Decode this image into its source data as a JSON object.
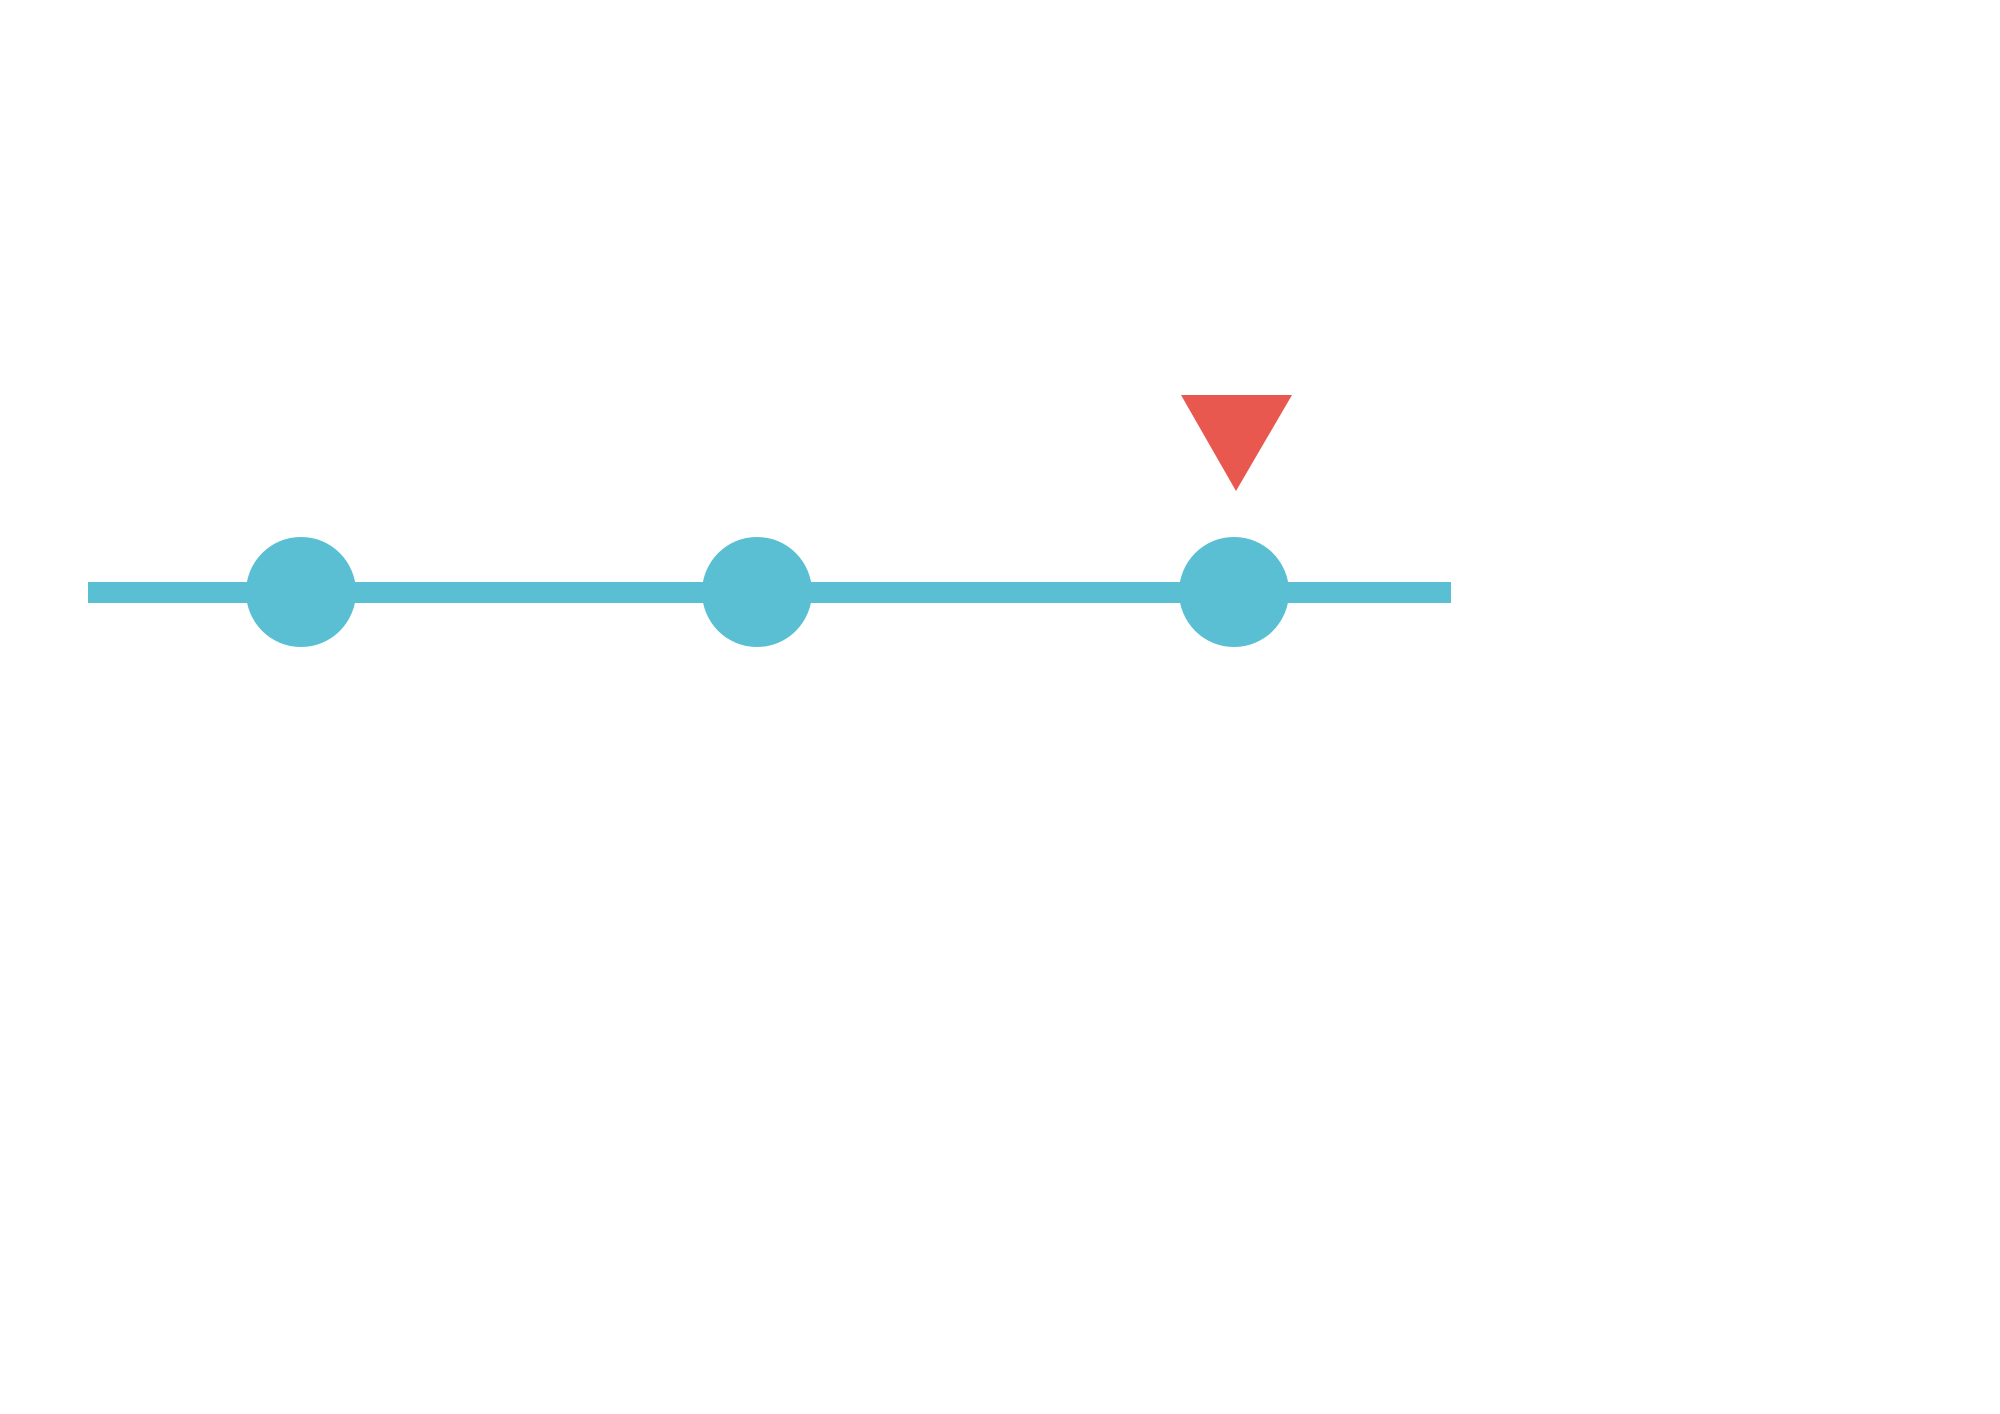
{
  "stepper": {
    "step_count": 3,
    "current_step": 3,
    "steps": [
      {
        "index": 1,
        "state": "completed"
      },
      {
        "index": 2,
        "state": "completed"
      },
      {
        "index": 3,
        "state": "current"
      }
    ]
  },
  "marker": {
    "icon": "triangle-down-icon",
    "points_to_step": 3
  },
  "colors": {
    "background": "#ffffff",
    "track": "#5bbfd3",
    "step_dot": "#5bbfd3",
    "marker": "#e8584e"
  }
}
